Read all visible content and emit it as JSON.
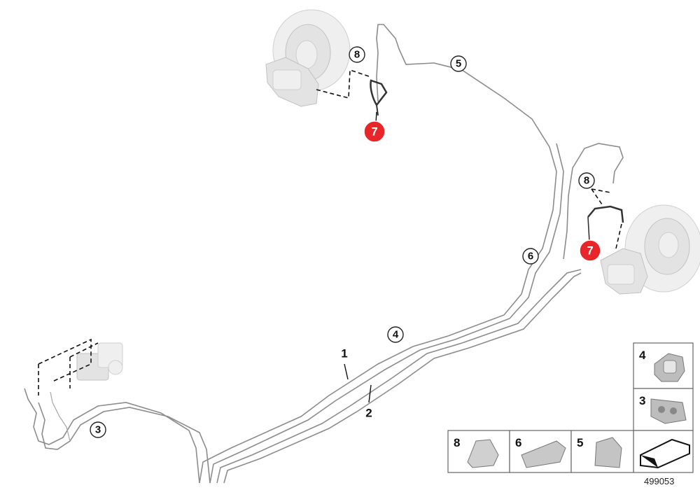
{
  "callouts": {
    "c8_top": "8",
    "c5": "5",
    "c7_top": "7",
    "c8_right": "8",
    "c7_right": "7",
    "c6": "6",
    "c4": "4",
    "c3": "3"
  },
  "labels": {
    "line1": "1",
    "line2": "2"
  },
  "legend": {
    "box4": "4",
    "box3": "3",
    "box8": "8",
    "box6": "6",
    "box5": "5"
  },
  "diagram_id": "499053",
  "colors": {
    "highlight": "#e8262a",
    "line": "#8c8c8c"
  }
}
